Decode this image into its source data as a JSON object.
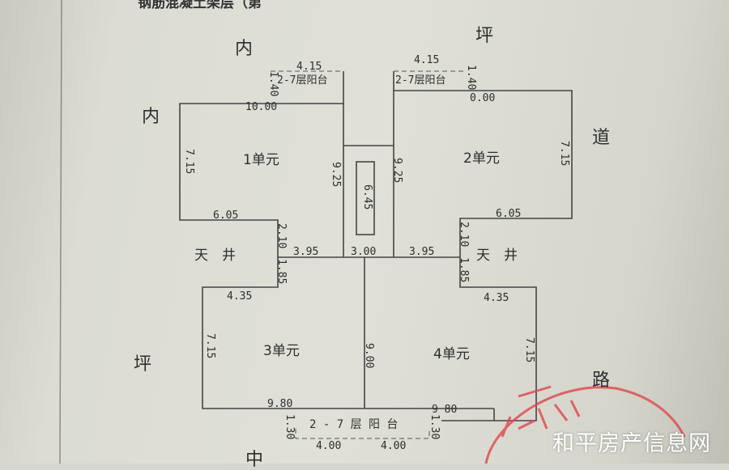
{
  "header": {
    "title": "钢筋混凝土架层（第"
  },
  "roads": {
    "top_left": "内",
    "top_right": "坪",
    "left_upper": "内",
    "right_upper": "道",
    "left_lower": "坪",
    "right_lower": "路",
    "bottom": "中"
  },
  "units": [
    "1单元",
    "2单元",
    "3单元",
    "4单元"
  ],
  "courtyards": [
    "天　井",
    "天　井"
  ],
  "balconies": {
    "top_left": "2-7层阳台",
    "top_right": "2-7层阳台",
    "bottom": "2 - 7 层 阳 台"
  },
  "dimensions": {
    "bal1_width": "4.15",
    "bal1_depth": "1.40",
    "bal2_width": "4.15",
    "bal2_depth": "1.40",
    "u1_top": "10.00",
    "u2_top": "0.00",
    "u1_left": "7.15",
    "u2_right": "7.15",
    "u1_right": "9.25",
    "u2_left": "9.25",
    "stair": "6.45",
    "u1_bottom": "6.05",
    "u2_bottom": "6.05",
    "notch1": "2.10",
    "notch2": "2.10",
    "mid_left": "3.95",
    "mid_center": "3.00",
    "mid_right": "3.95",
    "yard1": "1.85",
    "yard2": "1.85",
    "u3_top": "4.35",
    "u4_top": "4.35",
    "u3_left": "7.15",
    "u4_right": "7.15",
    "center": "9.00",
    "u3_bottom": "9.80",
    "u4_bottom": "9 80",
    "bal3_depth_l": "1.30",
    "bal3_depth_r": "1.30",
    "bal3_w1": "4.00",
    "bal3_w2": "4.00"
  },
  "watermark": "和平房产信息网",
  "colors": {
    "line": "#444444",
    "stamp": "#e0464a"
  }
}
